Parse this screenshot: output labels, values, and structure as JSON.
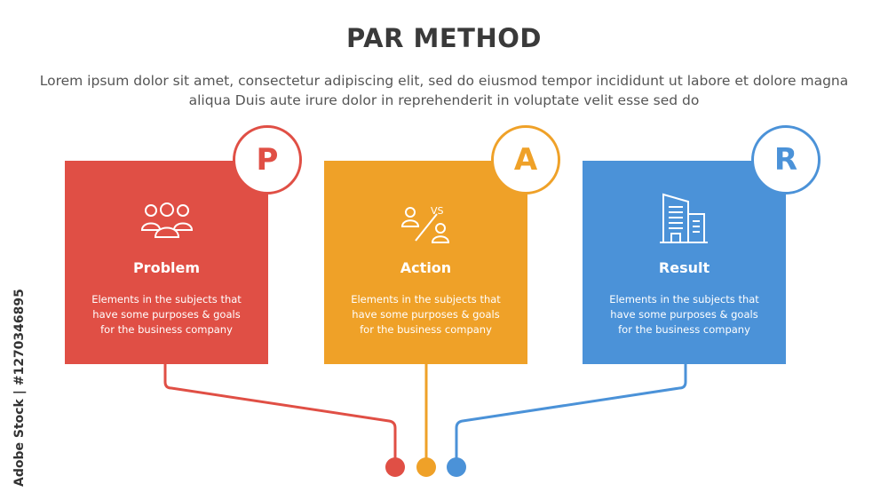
{
  "title": "PAR METHOD",
  "subtitle": "Lorem ipsum dolor sit amet, consectetur adipiscing elit, sed do eiusmod tempor incididunt ut labore et dolore magna aliqua Duis aute irure dolor in reprehenderit in voluptate velit esse sed do",
  "cards": [
    {
      "letter": "P",
      "heading": "Problem",
      "description": "Elements in the subjects that\nhave  some purposes & goals\nfor the  business company",
      "color": "#E04F45",
      "icon": "people-group-icon"
    },
    {
      "letter": "A",
      "heading": "Action",
      "description": "Elements in the subjects that\nhave  some purposes & goals\nfor the  business company",
      "color": "#EFA128",
      "icon": "versus-icon",
      "icon_text": "VS"
    },
    {
      "letter": "R",
      "heading": "Result",
      "description": "Elements in the subjects that\nhave  some purposes & goals\nfor the  business company",
      "color": "#4B92D8",
      "icon": "building-icon"
    }
  ],
  "watermark": "Adobe Stock | #1270346895"
}
